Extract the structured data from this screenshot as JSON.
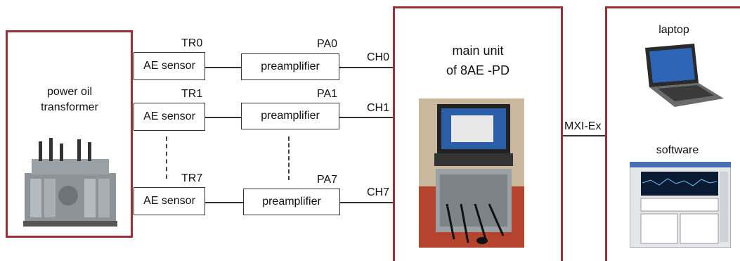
{
  "transformer": {
    "title": "power oil transformer",
    "image": "power-transformer-photo"
  },
  "sensors": [
    {
      "tag": "TR0",
      "label": "AE sensor"
    },
    {
      "tag": "TR1",
      "label": "AE sensor"
    },
    {
      "tag": "TR7",
      "label": "AE sensor"
    }
  ],
  "preamps": [
    {
      "tag": "PA0",
      "label": "preamplifier"
    },
    {
      "tag": "PA1",
      "label": "preamplifier"
    },
    {
      "tag": "PA7",
      "label": "preamplifier"
    }
  ],
  "channels": [
    "CH0",
    "CH1",
    "CH7"
  ],
  "main_unit": {
    "title": "main unit\nof 8AE -PD",
    "image": "measurement-unit-photo"
  },
  "link": "MXI-Ex",
  "computer": {
    "laptop_label": "laptop",
    "software_label": "software"
  },
  "colors": {
    "box_border": "#9a2f35",
    "line": "#333333"
  }
}
